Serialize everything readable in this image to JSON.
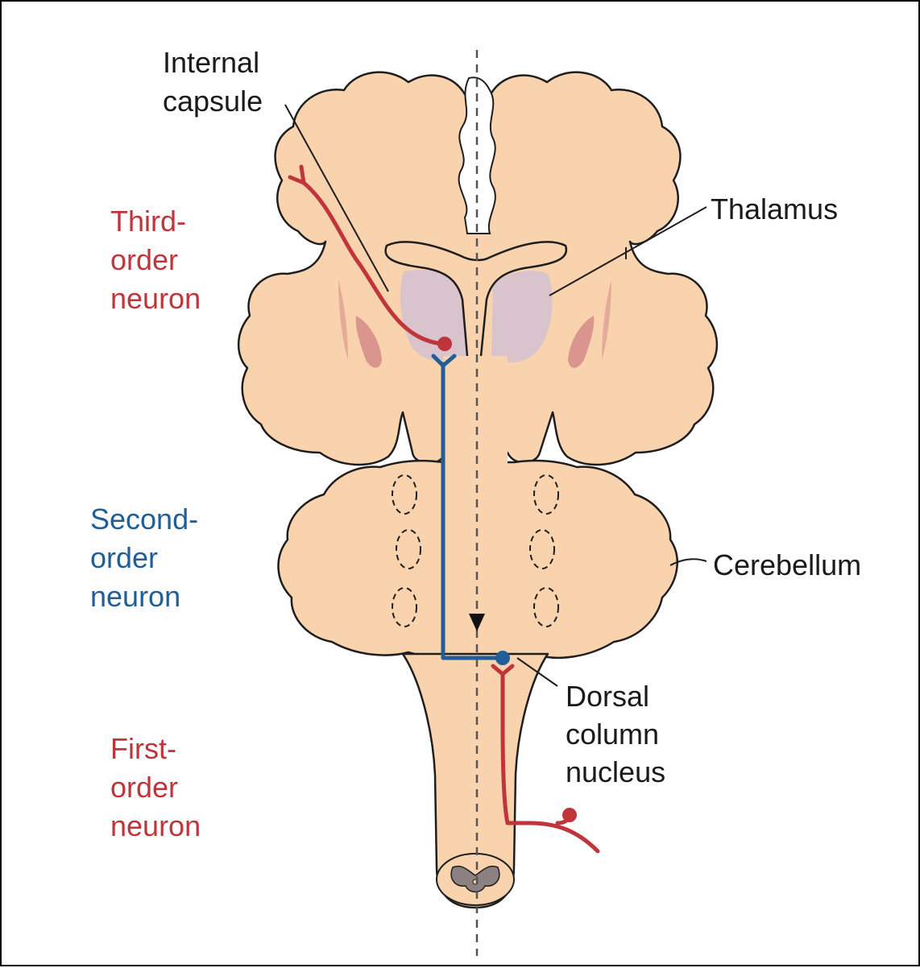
{
  "labels": {
    "internal_capsule": [
      "Internal",
      "capsule"
    ],
    "thalamus": "Thalamus",
    "third_order": [
      "Third-",
      "order",
      "neuron"
    ],
    "second_order": [
      "Second-",
      "order",
      "neuron"
    ],
    "cerebellum": "Cerebellum",
    "dorsal_column": [
      "Dorsal",
      "column",
      "nucleus"
    ],
    "first_order": [
      "First-",
      "order",
      "neuron"
    ]
  },
  "colors": {
    "tissue": "#f9d3ad",
    "tissue_outline": "#1e1e1e",
    "thalamus_fill": "#d9c3cc",
    "basal_ganglia": "#d68a8a",
    "first_and_third_order": "#c0343c",
    "second_order": "#1f5e96",
    "spinal_gray_matter": "#8a8180"
  }
}
